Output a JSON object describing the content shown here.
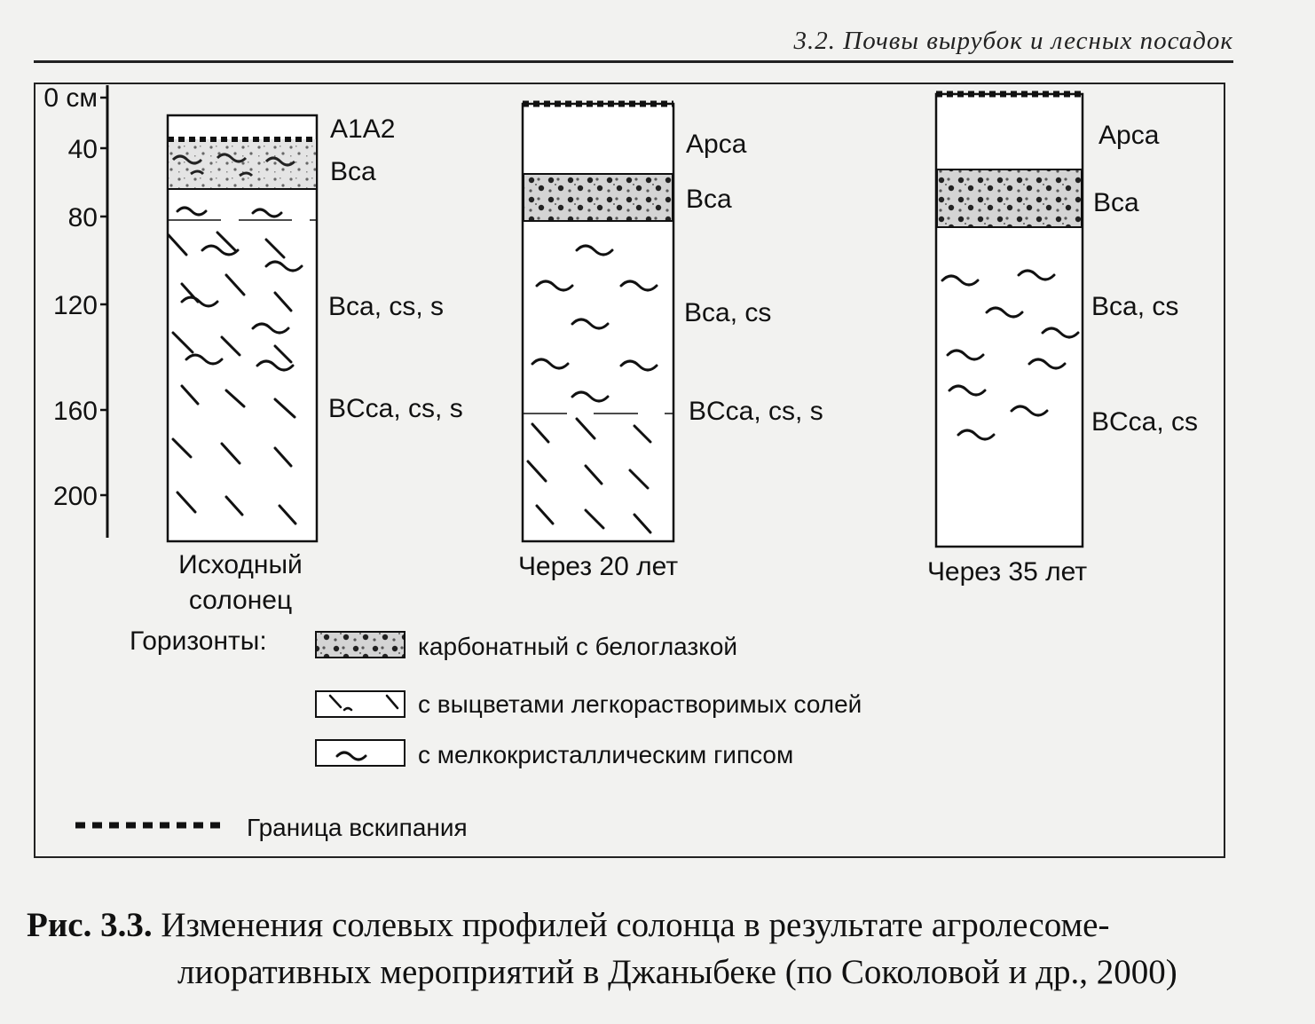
{
  "header": {
    "title": "3.2. Почвы вырубок и лесных посадок"
  },
  "axis": {
    "ticks": [
      "0 см",
      "40",
      "80",
      "120",
      "160",
      "200"
    ]
  },
  "profiles": [
    {
      "label_lines": [
        "Исходный",
        "солонец"
      ],
      "horizons": [
        "A1A2",
        "Bca",
        "Bca, cs, s",
        "BCca, cs, s"
      ]
    },
    {
      "label_lines": [
        "Через 20 лет"
      ],
      "horizons": [
        "Apca",
        "Bca",
        "Bca, cs",
        "BCca, cs, s"
      ]
    },
    {
      "label_lines": [
        "Через 35 лет"
      ],
      "horizons": [
        "Apca",
        "Bca",
        "Bca, cs",
        "BCca, cs"
      ]
    }
  ],
  "legend": {
    "title": "Горизонты:",
    "items": [
      {
        "pattern": "carbonate",
        "text": "карбонатный с белоглазкой"
      },
      {
        "pattern": "salts",
        "text": "с выцветами легкорастворимых солей"
      },
      {
        "pattern": "gypsum",
        "text": "с мелкокристаллическим гипсом"
      },
      {
        "pattern": "boundary",
        "text": "Граница вскипания"
      }
    ]
  },
  "caption": {
    "number": "Рис. 3.3.",
    "line1": "Изменения солевых профилей солонца в результате агролесоме-",
    "line2": "лиоративных мероприятий в Джаныбеке (по Соколовой и др., 2000)"
  }
}
